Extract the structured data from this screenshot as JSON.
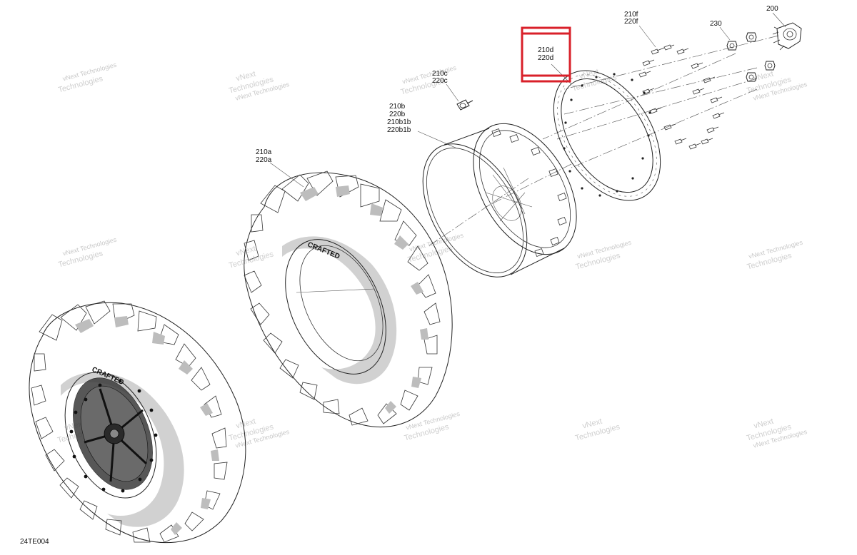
{
  "diagram_id": "24TE004",
  "labels": {
    "l200": "200",
    "l230": "230",
    "l210f": "210f",
    "l220f": "220f",
    "l210d": "210d",
    "l220d": "220d",
    "l210c": "210c",
    "l220c": "220c",
    "l210b": "210b",
    "l220b": "220b",
    "l210b1b": "210b1b",
    "l220b1b": "220b1b",
    "l210a": "210a",
    "l220a": "220a"
  },
  "watermark": {
    "line1": "vNext",
    "line2": "Technologies",
    "line3": "vNext Technologies"
  },
  "highlight_color": "#d9202a"
}
